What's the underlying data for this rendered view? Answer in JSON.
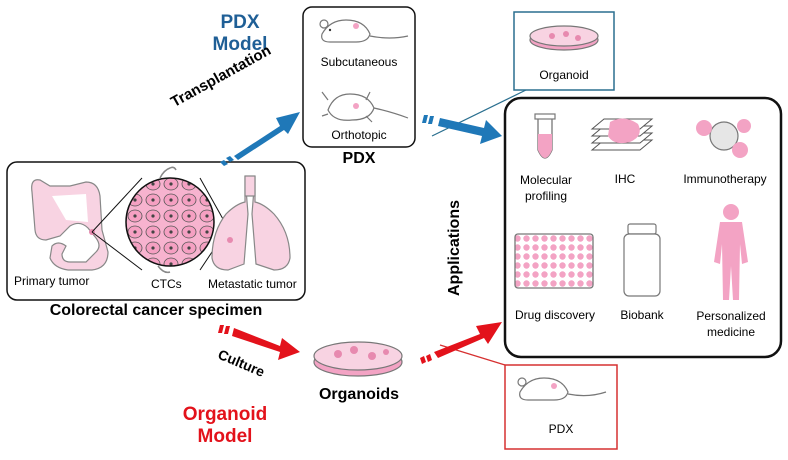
{
  "pdx_model": {
    "line1": "PDX",
    "line2": "Model",
    "color": "#1f5f96"
  },
  "organoid_model": {
    "line1": "Organoid",
    "line2": "Model",
    "color": "#e3121b"
  },
  "transplantation_label": "Transplantation",
  "culture_label": "Culture",
  "pdx_box": {
    "subcutaneous": "Subcutaneous",
    "orthotopic": "Orthotopic",
    "caption": "PDX"
  },
  "specimen_box": {
    "primary_tumor": "Primary tumor",
    "ctcs": "CTCs",
    "metastatic_tumor": "Metastatic tumor",
    "caption": "Colorectal cancer specimen"
  },
  "organoids_caption": "Organoids",
  "organoid_box_label": "Organoid",
  "pdx_small_box_label": "PDX",
  "applications": {
    "title": "Applications",
    "items": {
      "molecular_l1": "Molecular",
      "molecular_l2": "profiling",
      "ihc": "IHC",
      "immunotherapy": "Immunotherapy",
      "drug_discovery": "Drug discovery",
      "biobank": "Biobank",
      "personalized_l1": "Personalized",
      "personalized_l2": "medicine"
    }
  },
  "colors": {
    "blue_arrow": "#1f78b8",
    "red_arrow": "#e3121b",
    "pink": "#f3a3c4",
    "pink_light": "#f8d3e2",
    "teal_box": "#2a6f8f",
    "red_box": "#d63030"
  }
}
